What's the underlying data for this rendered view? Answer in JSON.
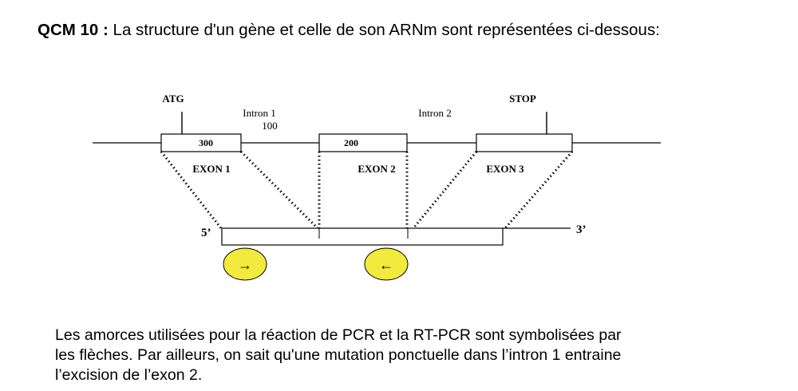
{
  "question": {
    "number": "QCM 10 :",
    "text": " La structure d'un gène et celle de son ARNm sont représentées ci-dessous:"
  },
  "gene_diagram": {
    "start_codon": "ATG",
    "stop_codon": "STOP",
    "exon1": {
      "name": "EXON 1",
      "length": "300"
    },
    "intron1": {
      "name": "Intron 1",
      "length": "100"
    },
    "exon2": {
      "name": "EXON 2",
      "length": "200"
    },
    "intron2": {
      "name": "Intron 2"
    },
    "exon3": {
      "name": "EXON 3"
    },
    "mrna_5_end": "5’",
    "mrna_3_end": "3’",
    "primer_forward": "→",
    "primer_reverse": "←",
    "primer_color": "#f2ea3c"
  },
  "explanation": {
    "lines": [
      "Les amorces utilisées pour la réaction de PCR et la RT-PCR sont symbolisées par",
      "les flèches. Par ailleurs, on sait qu'une mutation ponctuelle dans l’intron 1 entraine",
      "l’excision de l’exon 2."
    ]
  }
}
